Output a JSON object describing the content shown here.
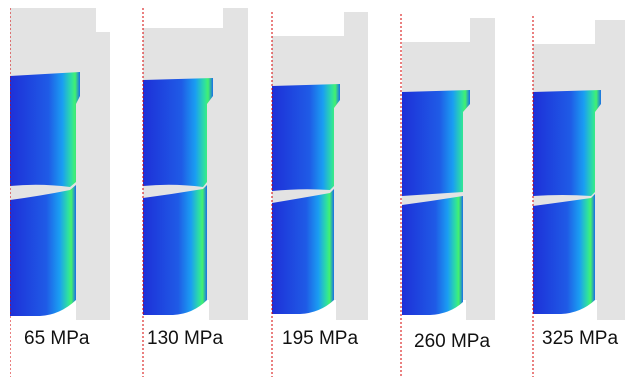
{
  "figure": {
    "panels": [
      {
        "label": "65 MPa"
      },
      {
        "label": "130 MPa"
      },
      {
        "label": "195 MPa"
      },
      {
        "label": "260 MPa"
      },
      {
        "label": "325 MPa"
      }
    ]
  },
  "colors": {
    "fixture": "#e3e3e3",
    "axis_line": "#d40000",
    "specimen_low": "#1d2fd8",
    "specimen_mid": "#1a8cf0",
    "specimen_high": "#3ff07a"
  }
}
